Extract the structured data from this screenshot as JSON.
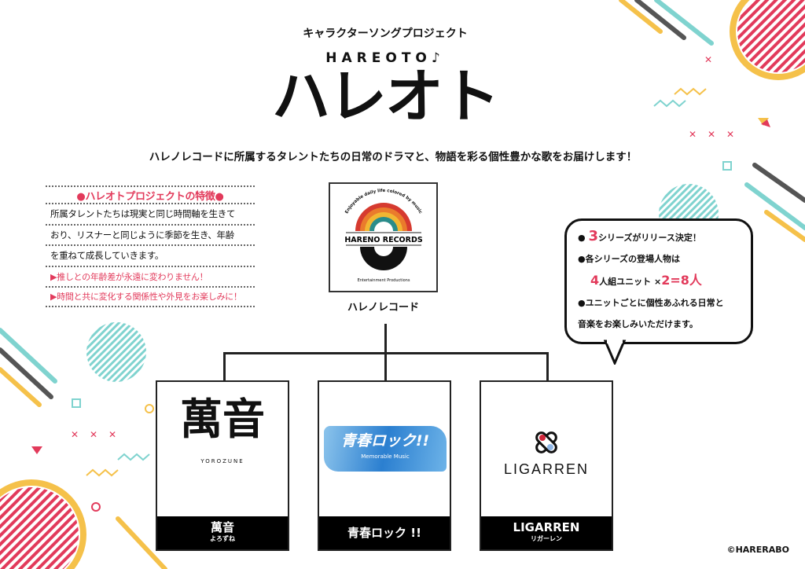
{
  "header": {
    "subtitle": "キャラクターソングプロジェクト",
    "title_en": "HAREOTO♪",
    "title_jp": "ハレオト",
    "tagline": "ハレノレコードに所属するタレントたちの日常のドラマと、物語を彩る個性豊かな歌をお届けします！"
  },
  "features": {
    "title": "●ハレオトプロジェクトの特徴●",
    "lines": [
      "所属タレントたちは現実と同じ時間軸を生きて",
      "おり、リスナーと同じように季節を生き、年齢",
      "を重ねて成長していきます。"
    ],
    "points": [
      "▶推しとの年齢差が永遠に変わりません！",
      "▶時間と共に変化する関係性や外見をお楽しみに！"
    ]
  },
  "label": {
    "logo_arc_top": "Enjoyable daily life colored by music",
    "logo_name": "HARENO RECORDS",
    "logo_arc_bottom": "Entertainment Productions",
    "name": "ハレノレコード"
  },
  "units": [
    {
      "logo_text": "萬音",
      "logo_sub": "YOROZUNE",
      "name": "萬音",
      "reading": "よろずね"
    },
    {
      "logo_text": "青春ロック!!",
      "logo_sub": "Memorable Music",
      "name": "青春ロック !!",
      "reading": ""
    },
    {
      "logo_text": "LIGARREN",
      "name": "LIGARREN",
      "reading": "リガーレン"
    }
  ],
  "bubble": {
    "l1_num": "3",
    "l1_text": "シリーズがリリース決定！",
    "l2": "●各シリーズの登場人物は",
    "l3_a": "4",
    "l3_b": "人組ユニット ×",
    "l3_c": "2=8人",
    "l4": "●ユニットごとに個性あふれる日常と",
    "l5": "音楽をお楽しみいただけます。",
    "bullet": "●"
  },
  "copyright": "©HARERABO",
  "colors": {
    "accent": "#e23a5b",
    "teal": "#7fd3cf",
    "yellow": "#f5c14a"
  }
}
